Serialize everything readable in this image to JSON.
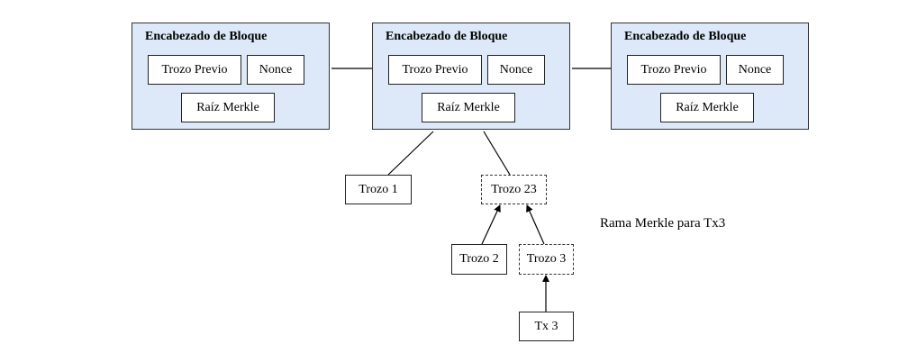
{
  "blocks": [
    {
      "title": "Encabezado de Bloque",
      "prev": "Trozo Previo",
      "nonce": "Nonce",
      "merkle": "Raíz Merkle"
    },
    {
      "title": "Encabezado de Bloque",
      "prev": "Trozo Previo",
      "nonce": "Nonce",
      "merkle": "Raíz Merkle"
    },
    {
      "title": "Encabezado de Bloque",
      "prev": "Trozo Previo",
      "nonce": "Nonce",
      "merkle": "Raíz Merkle"
    }
  ],
  "tree": {
    "hash1": "Trozo 1",
    "hash23": "Trozo 23",
    "hash2": "Trozo 2",
    "hash3": "Trozo 3",
    "tx3": "Tx 3"
  },
  "caption": "Rama Merkle para Tx3"
}
